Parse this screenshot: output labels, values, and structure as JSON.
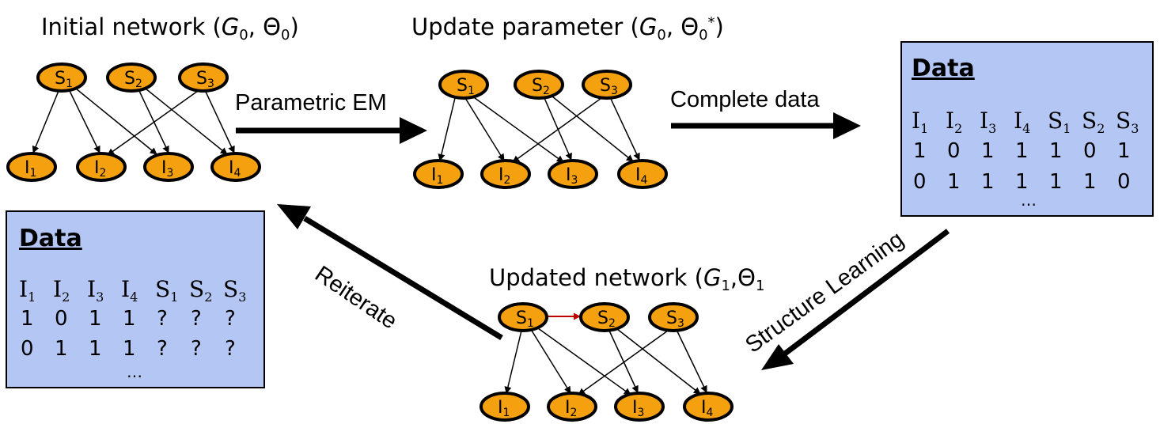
{
  "titles": {
    "initial": "Initial network (",
    "initial_g": "G",
    "initial_g_sub": "0",
    "initial_theta": ", Θ",
    "initial_theta_sub": "0",
    "initial_close": ")",
    "update": "Update parameter (",
    "update_g": "G",
    "update_g_sub": "0",
    "update_theta": ", Θ",
    "update_theta_sub": "0",
    "update_star": "*",
    "update_close": ")",
    "updated": "Updated network (",
    "updated_g": "G",
    "updated_g_sub": "1",
    "updated_theta": ",Θ",
    "updated_theta_sub": "1"
  },
  "arrows": {
    "parametric_em": "Parametric EM",
    "complete_data": "Complete data",
    "structure_learning": "Structure Learning",
    "reiterate": "Reiterate"
  },
  "nodes": {
    "s_prefix": "S",
    "i_prefix": "I",
    "s_indices": [
      "1",
      "2",
      "3"
    ],
    "i_indices": [
      "1",
      "2",
      "3",
      "4"
    ]
  },
  "data_boxes": {
    "title": "Data",
    "headers": [
      {
        "letter": "I",
        "sub": "1"
      },
      {
        "letter": "I",
        "sub": "2"
      },
      {
        "letter": "I",
        "sub": "3"
      },
      {
        "letter": "I",
        "sub": "4"
      },
      {
        "letter": "S",
        "sub": "1"
      },
      {
        "letter": "S",
        "sub": "2"
      },
      {
        "letter": "S",
        "sub": "3"
      }
    ],
    "complete_rows": [
      [
        "1",
        "0",
        "1",
        "1",
        "1",
        "0",
        "1"
      ],
      [
        "0",
        "1",
        "1",
        "1",
        "1",
        "1",
        "0"
      ]
    ],
    "incomplete_rows": [
      [
        "1",
        "0",
        "1",
        "1",
        "?",
        "?",
        "?"
      ],
      [
        "0",
        "1",
        "1",
        "1",
        "?",
        "?",
        "?"
      ]
    ],
    "ellipsis": "…"
  },
  "colors": {
    "node_fill": "#f5a00f",
    "box_fill": "#b4c6f4",
    "hidden_value": "#c00000",
    "new_edge": "#c00000"
  }
}
